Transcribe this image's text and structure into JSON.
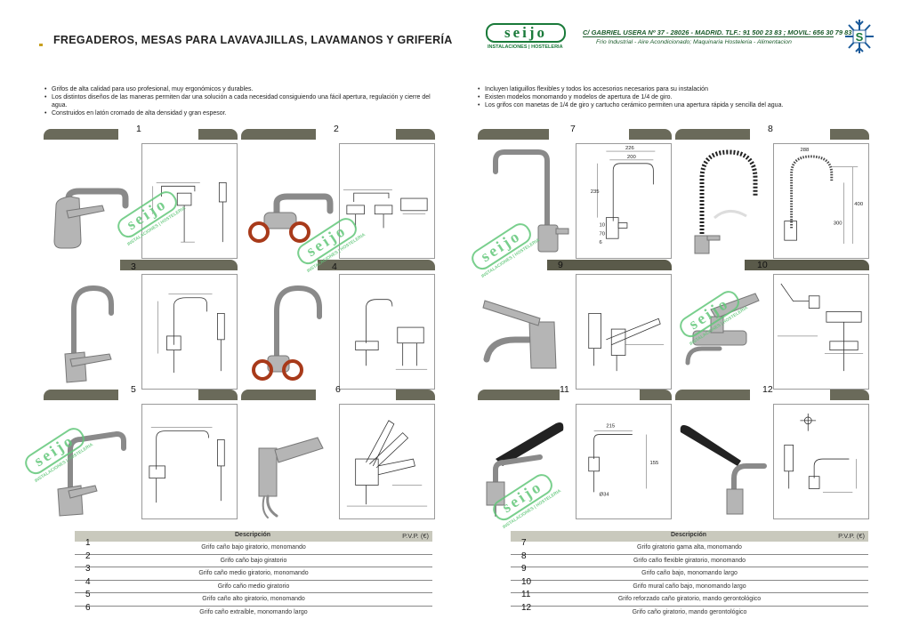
{
  "title": "FREGADEROS, MESAS PARA LAVAVAJILLAS, LAVAMANOS Y GRIFERÍA",
  "logo": {
    "word": "seijo",
    "sub": "INSTALACIONES | HOSTELERIA"
  },
  "contact": "C/ GABRIEL USERA Nº 37 - 28026 - MADRID. TLF.: 91 500 23 83 ; MOVIL: 656 30 79 83",
  "tagline": "Frio Industrial - Aire Acondicionado; Maquinaria Hosteleria - Alimentacion",
  "watermark": {
    "word": "seijo",
    "sub": "INSTALACIONES | HOSTELERIA"
  },
  "bullets_left": [
    "Grifos de alta calidad para uso profesional, muy ergonómicos y durables.",
    "Los distintos diseños de las maneras permiten dar una solución a cada necesidad consiguiendo una fácil apertura, regulación y cierre del agua.",
    "Construidos en latón cromado de alta densidad y gran espesor."
  ],
  "bullets_right": [
    "Incluyen latiguillos flexibles y todos los accesorios necesarios para su instalación",
    "Existen modelos monomando y modelos de apertura de 1/4 de giro.",
    "Los grifos con manetas de 1/4 de giro y cartucho cerámico permiten una apertura rápida y sencilla del agua."
  ],
  "cells": [
    {
      "num": "1"
    },
    {
      "num": "2"
    },
    {
      "num": "3"
    },
    {
      "num": "4"
    },
    {
      "num": "5"
    },
    {
      "num": "6"
    },
    {
      "num": "7"
    },
    {
      "num": "8"
    },
    {
      "num": "9"
    },
    {
      "num": "10"
    },
    {
      "num": "11"
    },
    {
      "num": "12"
    }
  ],
  "drawing_labels": {
    "d7_top": "226",
    "d7_mid": "200",
    "d7_h": "235",
    "d7_b1": "10",
    "d7_b2": "70",
    "d7_b3": "6",
    "d8_top": "288",
    "d8_h1": "400",
    "d8_h2": "300",
    "d11_top": "215",
    "d11_h": "155",
    "d11_base": "Ø34"
  },
  "table_left": {
    "header_desc": "Descripción",
    "header_pvp": "P.V.P. (€)",
    "rows": [
      {
        "idx": "1",
        "desc": "Grifo caño bajo giratorio, monomando"
      },
      {
        "idx": "2",
        "desc": "Grifo caño bajo giratorio"
      },
      {
        "idx": "3",
        "desc": "Grifo caño medio giratorio, monomando"
      },
      {
        "idx": "4",
        "desc": "Grifo caño medio giratorio"
      },
      {
        "idx": "5",
        "desc": "Grifo caño alto giratorio, monomando"
      },
      {
        "idx": "6",
        "desc": "Grifo caño extraíble, monomando largo"
      }
    ]
  },
  "table_right": {
    "header_desc": "Descripción",
    "header_pvp": "P.V.P. (€)",
    "rows": [
      {
        "idx": "7",
        "desc": "Grifo giratorio gama alta, monomando"
      },
      {
        "idx": "8",
        "desc": "Grifo caño flexible giratorio, monomando"
      },
      {
        "idx": "9",
        "desc": "Grifo caño bajo, monomando largo"
      },
      {
        "idx": "10",
        "desc": "Grifo mural caño bajo, monomando largo"
      },
      {
        "idx": "11",
        "desc": "Grifo reforzado caño giratorio, mando gerontológico"
      },
      {
        "idx": "12",
        "desc": "Grifo caño giratorio, mando gerontológico"
      }
    ]
  },
  "colors": {
    "brand_green": "#1a7a3a",
    "watermark_green": "#62c77a",
    "header_bar": "#6a6a5a",
    "table_header": "#c9c9bd"
  }
}
